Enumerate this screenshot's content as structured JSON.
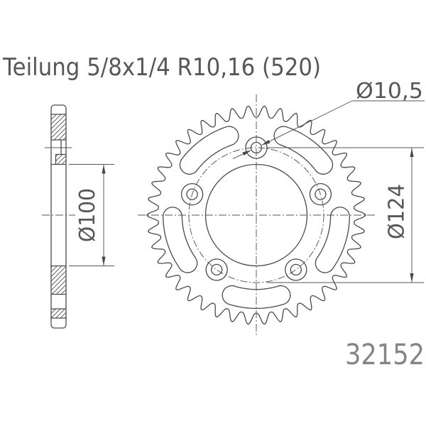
{
  "drawing": {
    "title": "Teilung 5/8x1/4 R10,16 (520)",
    "part_number": "32152",
    "dimensions": {
      "bolt_hole_diameter": "Ø10,5",
      "bore_diameter": "Ø100",
      "bolt_circle_diameter": "Ø124"
    },
    "colors": {
      "line": "#4a4a4a",
      "thin_line": "#555555",
      "text": "#575757",
      "part_number_text": "#858585"
    }
  }
}
